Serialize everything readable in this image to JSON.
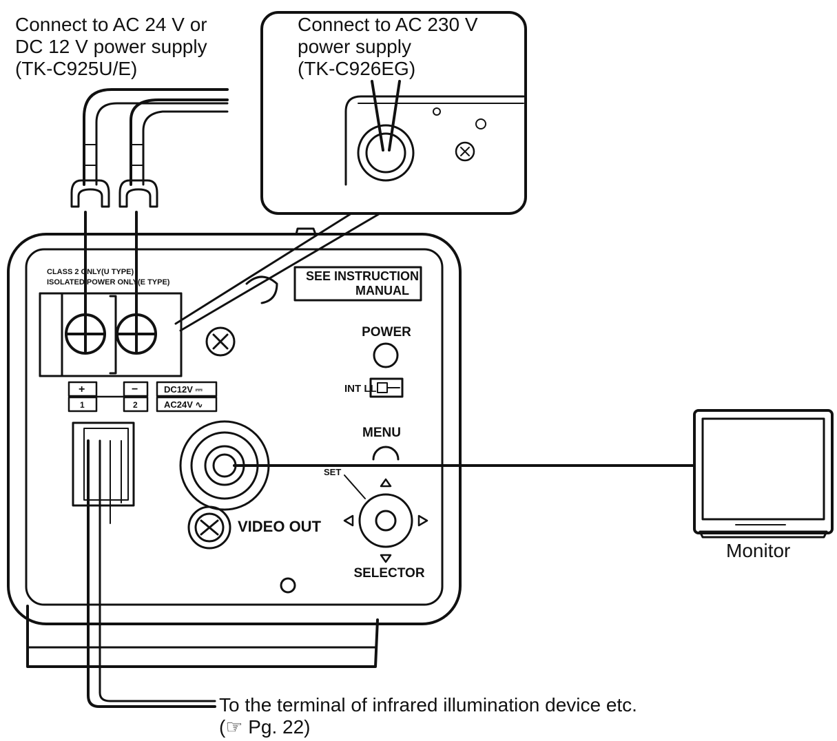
{
  "callouts": {
    "ac24": "Connect to AC 24 V or\nDC 12 V power supply\n(TK-C925U/E)",
    "ac230": "Connect to AC 230 V\npower supply\n(TK-C926EG)",
    "monitor": "Monitor",
    "infrared_line1": "To the terminal of infrared illumination device etc.",
    "infrared_line2": "(☞ Pg. 22)"
  },
  "panel": {
    "class2_line1": "CLASS 2 ONLY(U TYPE)",
    "class2_line2": "ISOLATED POWER ONLY(E TYPE)",
    "see_instruction": "SEE INSTRUCTION",
    "manual": "MANUAL",
    "power": "POWER",
    "int_ll": "INT LL",
    "menu": "MENU",
    "set": "SET",
    "video_out": "VIDEO OUT",
    "selector": "SELECTOR",
    "plus": "+",
    "minus": "−",
    "term1": "1",
    "term2": "2",
    "dc12v": "DC12V ⎓",
    "ac24v": "AC24V ∿"
  }
}
